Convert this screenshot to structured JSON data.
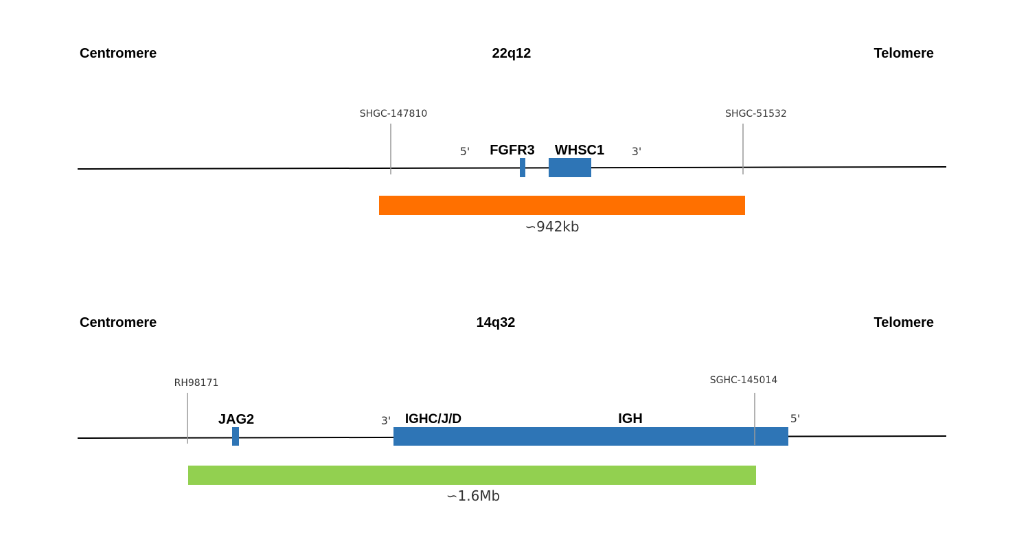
{
  "colors": {
    "gene": "#2e75b6",
    "probe_top": "#ff7000",
    "probe_bottom": "#92d050",
    "axis": "#000000",
    "marker": "#999999"
  },
  "panels": [
    {
      "left_label": "Centromere",
      "region": "22q12",
      "right_label": "Telomere",
      "markers": [
        "SHGC-147810",
        "SHGC-51532"
      ],
      "genes": [
        "FGFR3",
        "WHSC1"
      ],
      "strand_labels": [
        "5'",
        "3'"
      ],
      "probe_size": "∽942kb"
    },
    {
      "left_label": "Centromere",
      "region": "14q32",
      "right_label": "Telomere",
      "markers": [
        "RH98171",
        "SGHC-145014"
      ],
      "genes": [
        "JAG2",
        "IGHC/J/D",
        "IGH"
      ],
      "strand_labels": [
        "3'",
        "5'"
      ],
      "probe_size": "∽1.6Mb"
    }
  ]
}
